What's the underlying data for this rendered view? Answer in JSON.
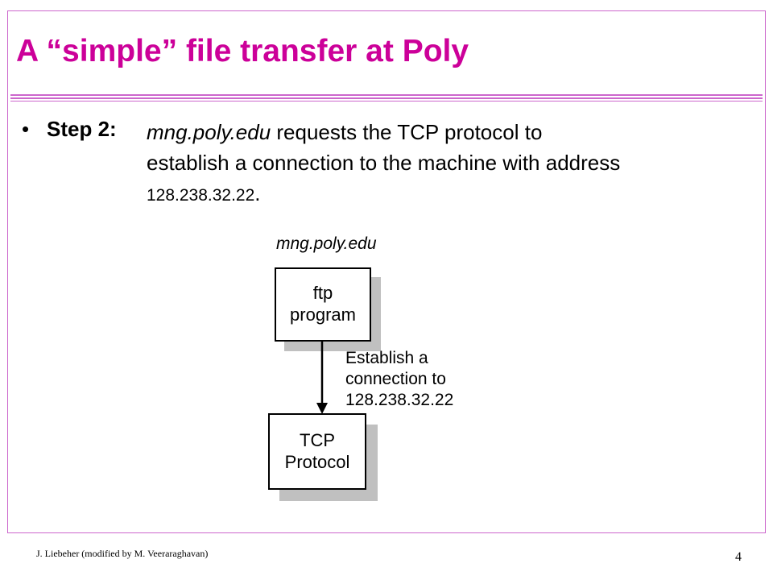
{
  "slide": {
    "title": "A “simple” file transfer at Poly",
    "bullet": {
      "label": "Step 2:",
      "host": "mng.poly.edu",
      "line1_rest": " requests the TCP protocol to",
      "line2": "establish a connection to the machine with address",
      "address": "128.238.32.22",
      "end": "."
    }
  },
  "diagram": {
    "host_label": "mng.poly.edu",
    "top_box": {
      "line1": "ftp",
      "line2": "program"
    },
    "arrow_label": {
      "line1": "Establish a",
      "line2": "connection to",
      "line3": "128.238.32.22"
    },
    "bottom_box": {
      "line1": "TCP",
      "line2": "Protocol"
    }
  },
  "footer": {
    "author": "J. Liebeher  (modified by M. Veeraraghavan)",
    "page_number": "4"
  },
  "colors": {
    "title": "#cc0099",
    "frame": "#cc66cc",
    "shadow": "#c0c0c0"
  }
}
